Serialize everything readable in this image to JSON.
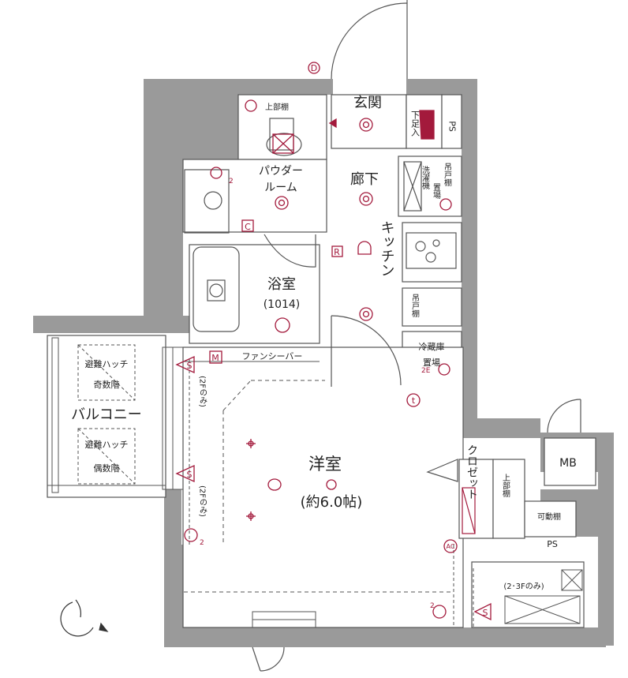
{
  "colors": {
    "wall": "#9a9a9a",
    "line": "#555555",
    "accent": "#a31a3c",
    "paper": "#ffffff"
  },
  "rooms": {
    "genkan": "玄関",
    "rouka": "廊下",
    "powder_room_1": "パウダー",
    "powder_room_2": "ルーム",
    "bathroom": "浴室",
    "bathroom_size": "(1014)",
    "kitchen": "キッチン",
    "western_room": "洋室",
    "western_room_size": "(約6.0帖)",
    "balcony": "バルコニー",
    "closet": "クロゼット",
    "mb": "MB",
    "ps_top": "PS",
    "ps_bottom": "PS"
  },
  "labels": {
    "upper_shelf_top": "上部棚",
    "shoe_box": "下足入",
    "washer_1": "洗濯機",
    "washer_2": "置場",
    "hanging_shelf_1": "吊戸棚",
    "hanging_shelf_2": "吊戸棚",
    "fridge_1": "冷蔵庫",
    "fridge_2": "置場",
    "fancy_bar": "ファンシーバー",
    "hatch_odd_1": "避難ハッチ",
    "hatch_odd_2": "奇数階",
    "hatch_even_1": "避難ハッチ",
    "hatch_even_2": "偶数階",
    "only_2f_a": "(2Fのみ)",
    "only_2f_b": "(2Fのみ)",
    "only_23f": "(2･3Fのみ)",
    "upper_shelf_closet": "上部棚",
    "movable_shelf": "可動棚"
  },
  "symbols": {
    "d": "D",
    "c": "C",
    "r": "R",
    "m": "M",
    "t": "t",
    "ac": "AC",
    "s_1": "S",
    "s_2": "S",
    "s_3": "S",
    "n_2a": "2",
    "n_2b": "2",
    "n_2c": "2",
    "n_2e": "2E"
  }
}
